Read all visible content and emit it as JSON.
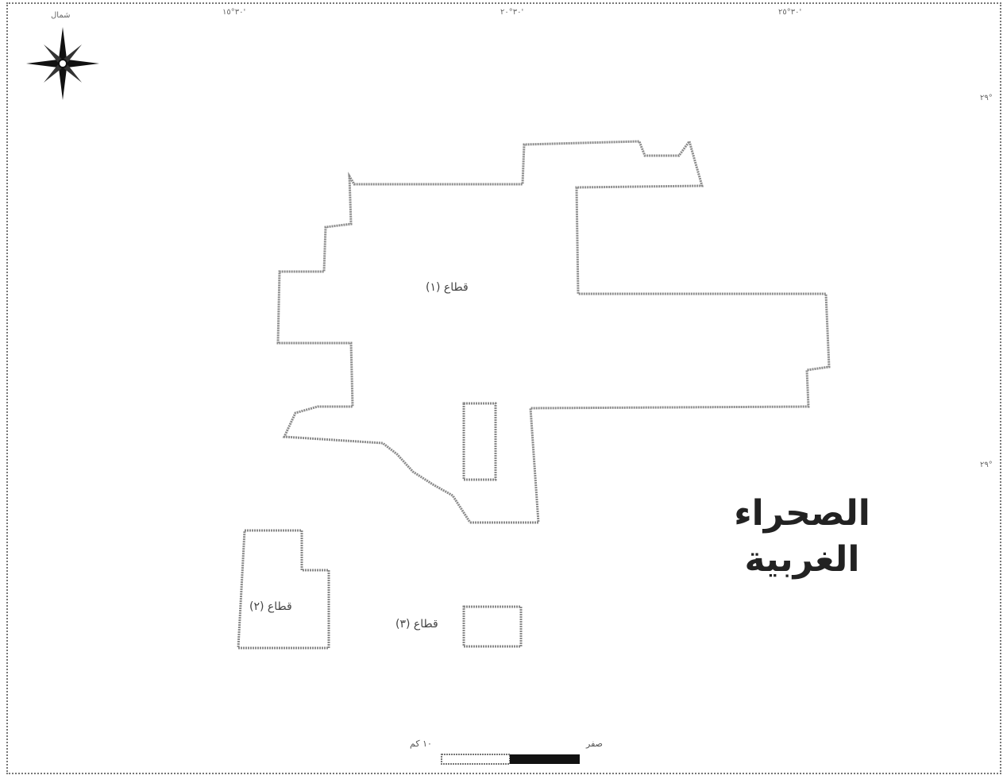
{
  "north": {
    "label": "شمال",
    "icon": "compass-rose-icon"
  },
  "top_ticks": [
    "٣٠°١٥'",
    "٣٠°٢٠'",
    "٣٠°٢٥'"
  ],
  "right_ticks": [
    "٢٩°",
    "٢٩°"
  ],
  "regions": [
    {
      "id": "1",
      "label": "قطاع (١)"
    },
    {
      "id": "2",
      "label": "قطاع (٢)"
    },
    {
      "id": "3",
      "label": "قطاع (٣)"
    }
  ],
  "area_name": {
    "line1": "الصحراء",
    "line2": "الغربية"
  },
  "scale_bar": {
    "start_label": "صفر",
    "end_label": "١٠ كم"
  },
  "colors": {
    "outline": "#8a8a8a",
    "frame": "#777777",
    "ink": "#222222"
  }
}
